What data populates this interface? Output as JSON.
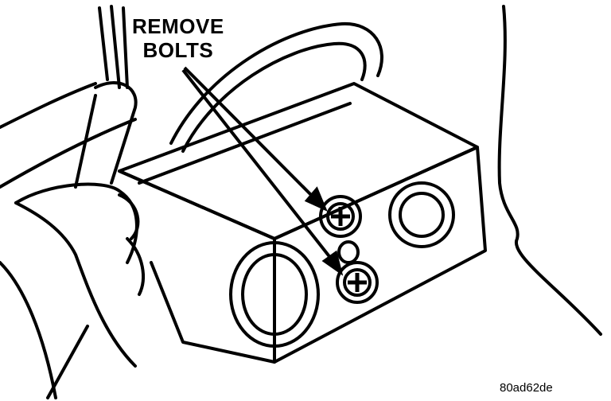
{
  "callout": {
    "line1": "REMOVE",
    "line2": "BOLTS"
  },
  "figure_id": "80ad62de",
  "colors": {
    "ink": "#000000",
    "paper": "#ffffff"
  }
}
